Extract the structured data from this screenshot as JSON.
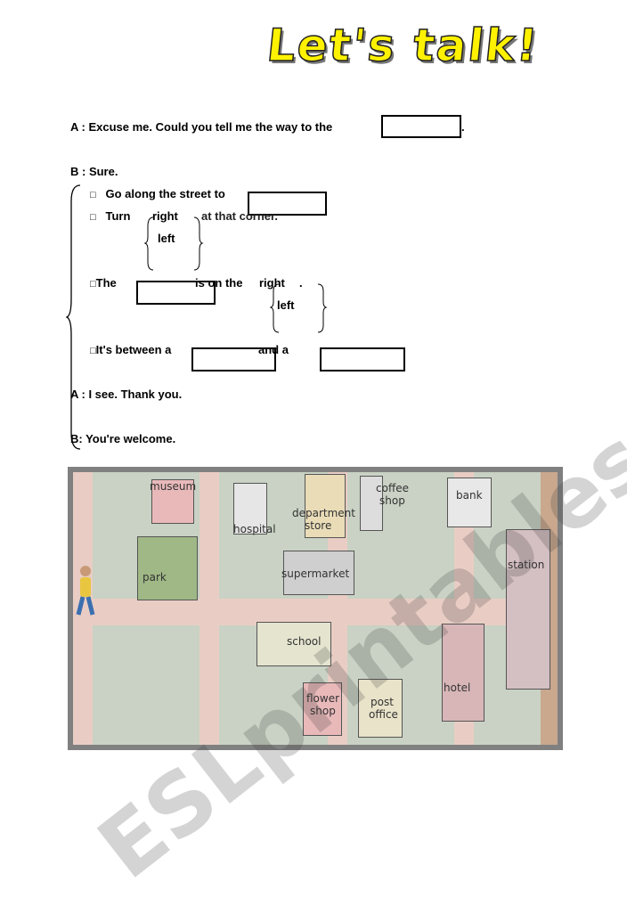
{
  "title": "Let's talk!",
  "dialog": {
    "line_a1": "A : Excuse me.    Could you tell me the way to the",
    "line_a1_end": ".",
    "line_b1": "B : Sure.",
    "step1": "Go along the street to",
    "step2_a": "Turn",
    "step2_right": "right",
    "step2_b": "at that corner.",
    "step2_left": "left",
    "step3_a": "The",
    "step3_b": "is on the",
    "step3_right": "right",
    "step3_dot": ".",
    "step3_left": "left",
    "step4_a": "It's between a",
    "step4_b": "and a",
    "line_a2": "A : I see. Thank you.",
    "line_b2": "B: You're welcome.",
    "bullet": "□"
  },
  "map": {
    "buildings": {
      "museum": "museum",
      "hospital": "hospital",
      "department": "department",
      "store": "store",
      "coffee": "coffee",
      "shop1": "shop",
      "bank": "bank",
      "station": "station",
      "park": "park",
      "supermarket": "supermarket",
      "school": "school",
      "flower": "flower",
      "shop2": "shop",
      "post": "post",
      "office": "office",
      "hotel": "hotel"
    }
  },
  "watermark": "ESLprintables.com"
}
